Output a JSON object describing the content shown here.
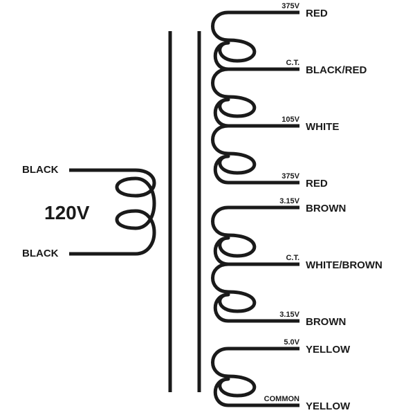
{
  "primary": {
    "voltage": "120V",
    "lead_top": "BLACK",
    "lead_bottom": "BLACK"
  },
  "secondary_hv": {
    "leads": [
      {
        "tap": "375V",
        "color": "RED"
      },
      {
        "tap": "C.T.",
        "color": "BLACK/RED"
      },
      {
        "tap": "105V",
        "color": "WHITE"
      },
      {
        "tap": "375V",
        "color": "RED"
      }
    ]
  },
  "secondary_heater": {
    "leads": [
      {
        "tap": "3.15V",
        "color": "BROWN"
      },
      {
        "tap": "C.T.",
        "color": "WHITE/BROWN"
      },
      {
        "tap": "3.15V",
        "color": "BROWN"
      }
    ]
  },
  "secondary_rect": {
    "leads": [
      {
        "tap": "5.0V",
        "color": "YELLOW"
      },
      {
        "tap": "COMMON",
        "color": "YELLOW"
      }
    ]
  },
  "colors": {
    "ink": "#1a1a1a",
    "background": "#ffffff"
  }
}
